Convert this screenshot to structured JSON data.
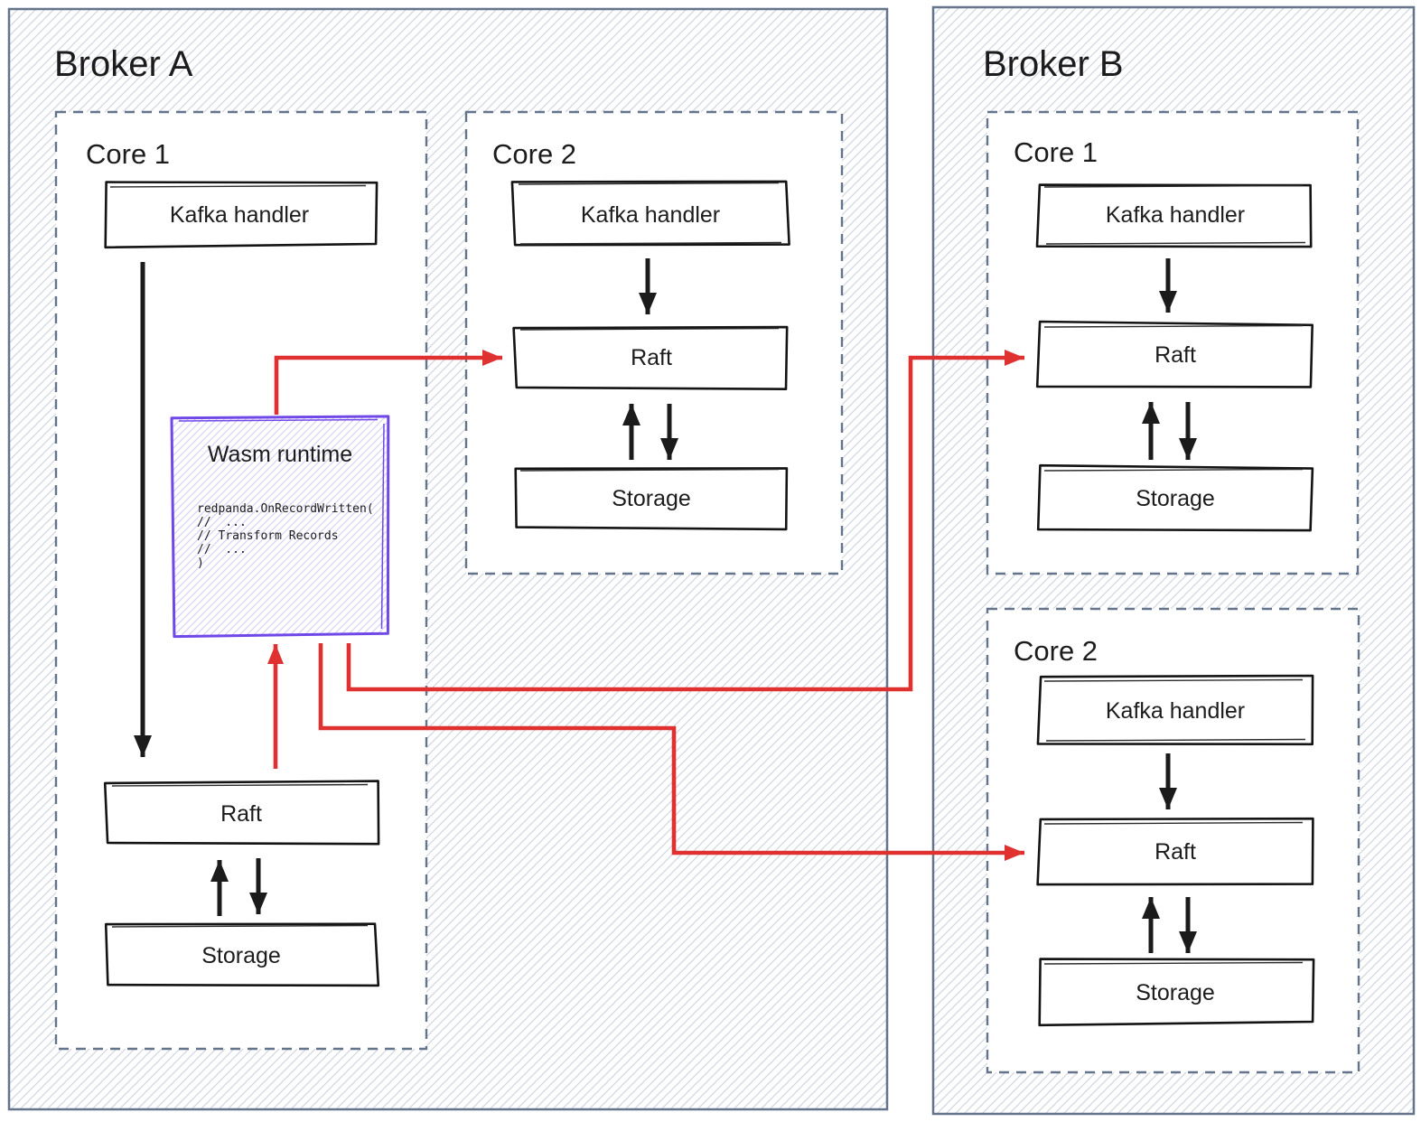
{
  "brokers": [
    {
      "title": "Broker A",
      "cores": [
        {
          "label": "Core 1",
          "kafka": "Kafka handler",
          "raft": "Raft",
          "storage": "Storage"
        },
        {
          "label": "Core 2",
          "kafka": "Kafka handler",
          "raft": "Raft",
          "storage": "Storage"
        }
      ]
    },
    {
      "title": "Broker B",
      "cores": [
        {
          "label": "Core 1",
          "kafka": "Kafka handler",
          "raft": "Raft",
          "storage": "Storage"
        },
        {
          "label": "Core 2",
          "kafka": "Kafka handler",
          "raft": "Raft",
          "storage": "Storage"
        }
      ]
    }
  ],
  "wasm_runtime": {
    "title": "Wasm runtime",
    "code_lines": [
      "redpanda.OnRecordWritten(",
      "//  ...",
      "// Transform Records",
      "//  ...",
      ")"
    ]
  },
  "colors": {
    "arrow_red": "#e03131",
    "wasm_purple": "#7048e8",
    "ink": "#1b1b1b",
    "broker_border": "#64748b",
    "hatch_line": "#cfd6e1",
    "wasm_hatch_line": "#d8d2f4"
  }
}
